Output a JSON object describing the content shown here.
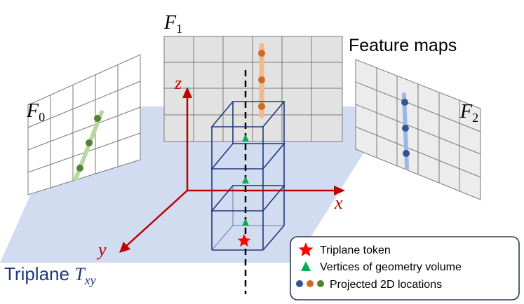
{
  "labels": {
    "f0": "F",
    "f0_sub": "0",
    "f1": "F",
    "f1_sub": "1",
    "f2": "F",
    "f2_sub": "2",
    "feature_maps": "Feature maps",
    "axis_x": "x",
    "axis_y": "y",
    "axis_z": "z",
    "triplane_prefix": "Triplane ",
    "triplane_symbol": "T",
    "triplane_sub": "xy"
  },
  "legend": {
    "items": [
      {
        "marker": "red-star-icon",
        "text": "Triplane token"
      },
      {
        "marker": "green-triangle-icon",
        "text": "Vertices of geometry volume"
      },
      {
        "marker": "colored-dots-icon",
        "text": "Projected 2D locations"
      }
    ]
  },
  "colors": {
    "plane_fill": "#c9d6ee",
    "grid_stroke": "#8a8a8a",
    "grid_fill_light": "#f4f4f4",
    "grid_fill_dark": "#e2e2e2",
    "axis": "#c00000",
    "volume": "#1f3a7a",
    "orange": "#d2691e",
    "orange_line": "#f3b98a",
    "green": "#548235",
    "green_line": "#b8d8a0",
    "blue": "#2f5597",
    "blue_line": "#9db6e3",
    "star": "#ff0000",
    "triangle": "#00b050",
    "legend_border": "#2f3a56"
  }
}
